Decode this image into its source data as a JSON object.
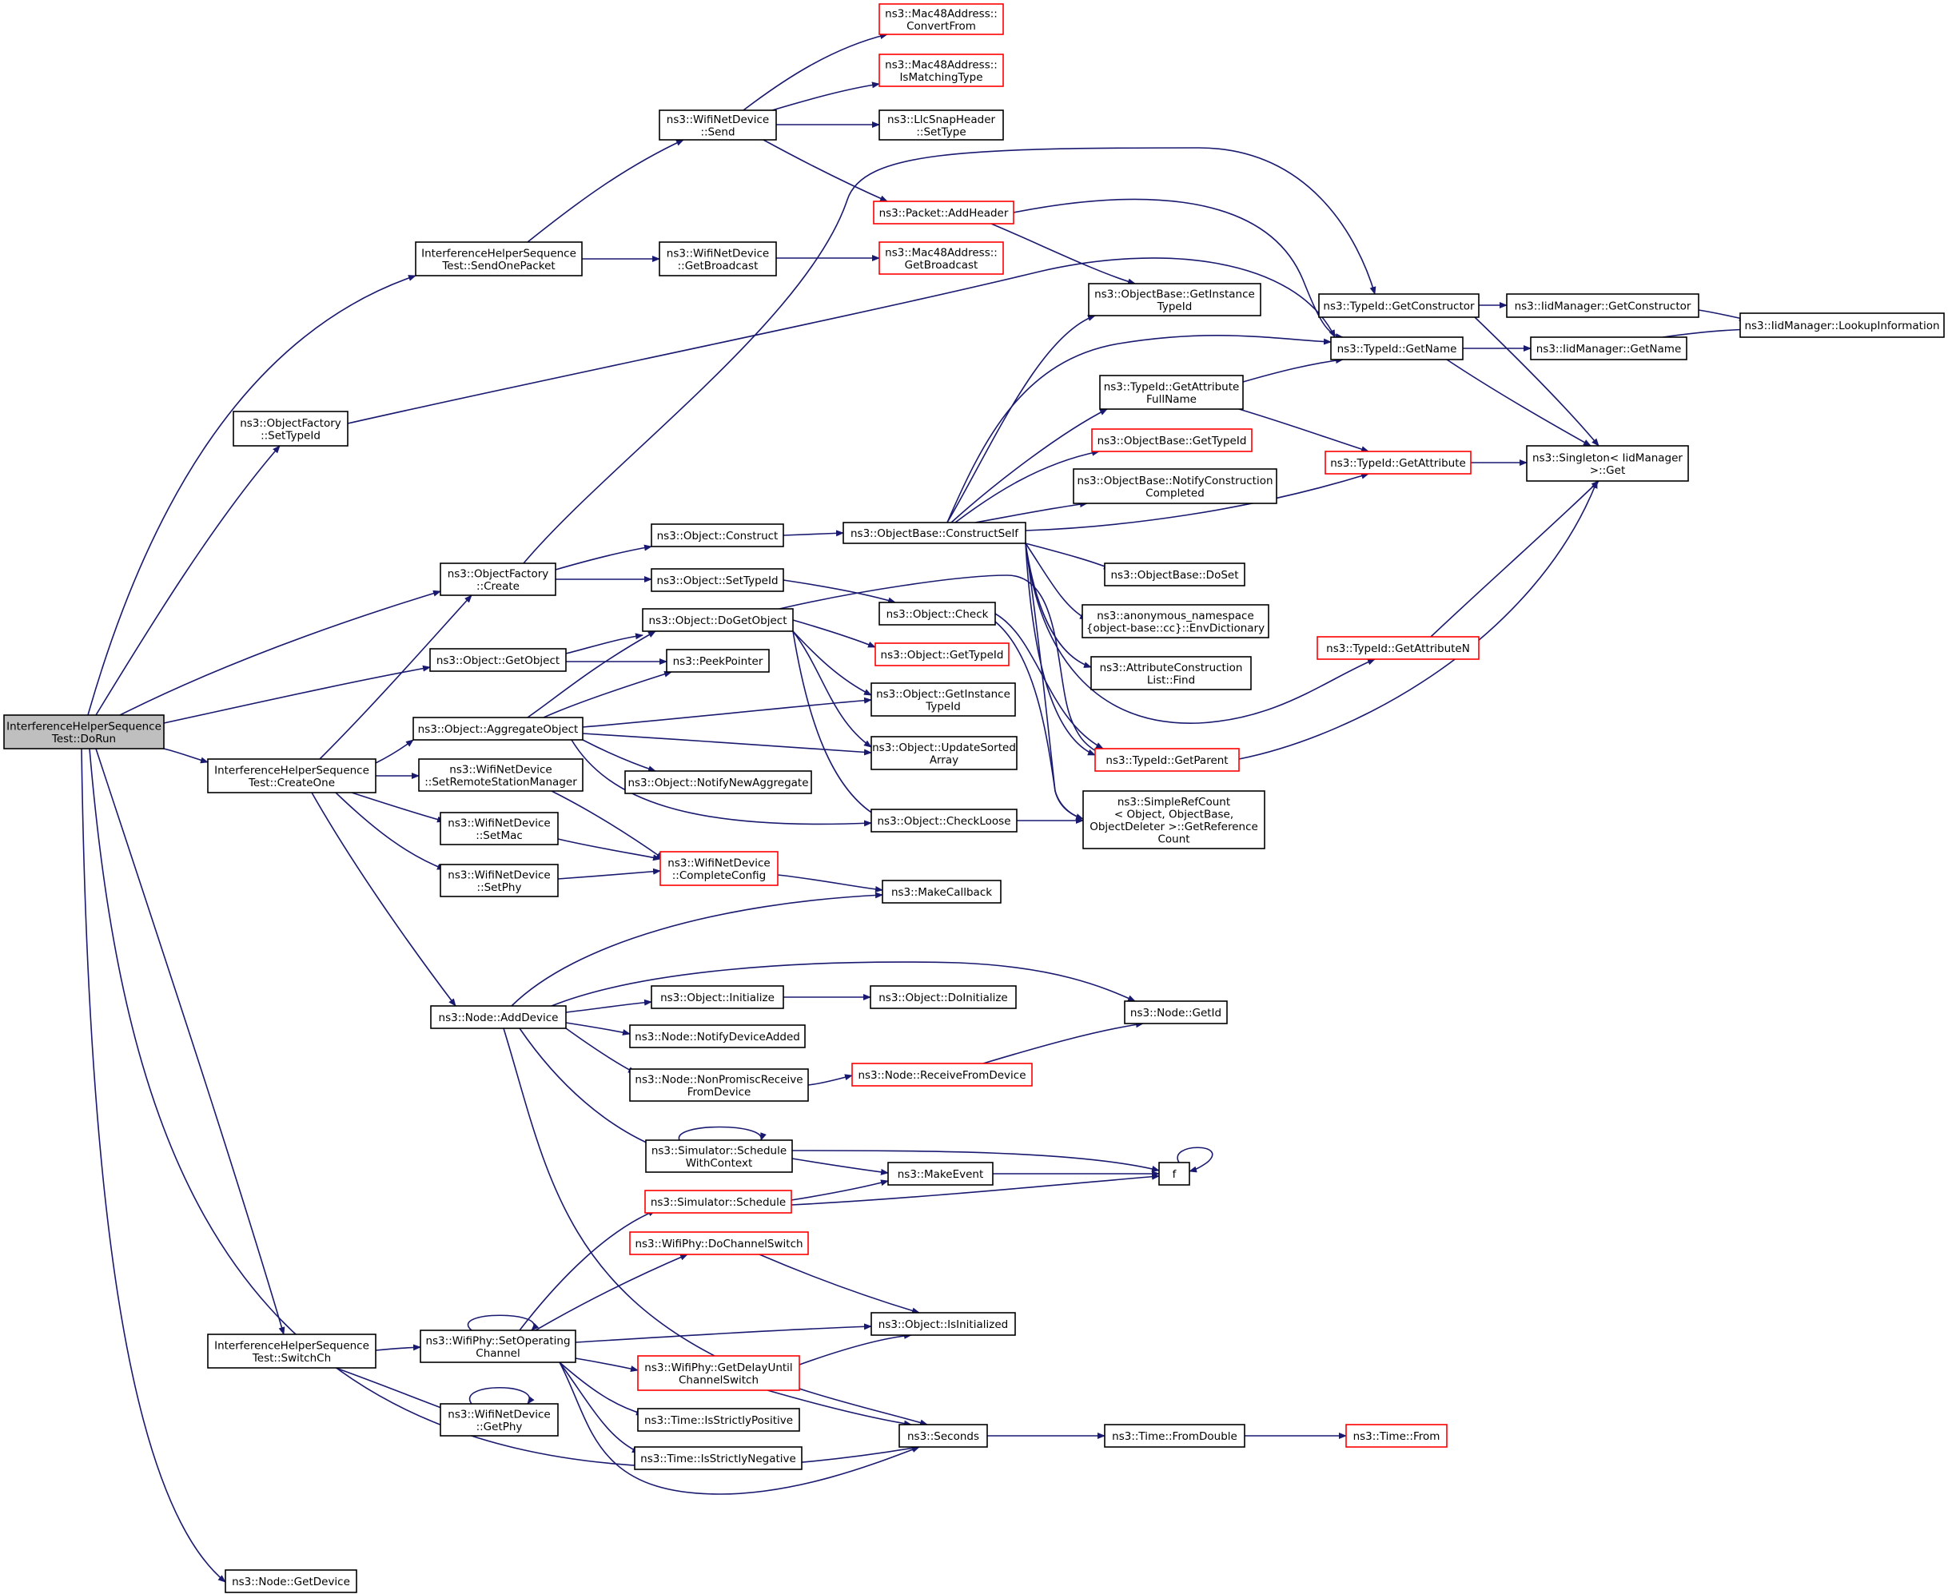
{
  "colors": {
    "edge": "#191970",
    "node_border": "#000000",
    "undocumented_border": "#ff0000",
    "root_fill": "#bfbfbf",
    "background": "#ffffff"
  },
  "nodes": {
    "dorun": {
      "lines": [
        "InterferenceHelperSequence",
        "Test::DoRun"
      ],
      "red": false,
      "root": true
    },
    "sendonepacket": {
      "lines": [
        "InterferenceHelperSequence",
        "Test::SendOnePacket"
      ]
    },
    "wnd_send": {
      "lines": [
        "ns3::WifiNetDevice",
        "::Send"
      ]
    },
    "mac_convertfrom": {
      "lines": [
        "ns3::Mac48Address::",
        "ConvertFrom"
      ],
      "red": true
    },
    "mac_ismatching": {
      "lines": [
        "ns3::Mac48Address::",
        "IsMatchingType"
      ],
      "red": true
    },
    "llc_settype": {
      "lines": [
        "ns3::LlcSnapHeader",
        "::SetType"
      ]
    },
    "packet_addheader": {
      "lines": [
        "ns3::Packet::AddHeader"
      ],
      "red": true
    },
    "wnd_getbroadcast": {
      "lines": [
        "ns3::WifiNetDevice",
        "::GetBroadcast"
      ]
    },
    "mac_getbroadcast": {
      "lines": [
        "ns3::Mac48Address::",
        "GetBroadcast"
      ],
      "red": true
    },
    "objbase_getinstancetypeid": {
      "lines": [
        "ns3::ObjectBase::GetInstance",
        "TypeId"
      ]
    },
    "typeid_getconstructor": {
      "lines": [
        "ns3::TypeId::GetConstructor"
      ]
    },
    "iid_getconstructor": {
      "lines": [
        "ns3::IidManager::GetConstructor"
      ]
    },
    "iid_lookup": {
      "lines": [
        "ns3::IidManager::LookupInformation"
      ]
    },
    "typeid_getname": {
      "lines": [
        "ns3::TypeId::GetName"
      ]
    },
    "iid_getname": {
      "lines": [
        "ns3::IidManager::GetName"
      ]
    },
    "objfactory_settypeid": {
      "lines": [
        "ns3::ObjectFactory",
        "::SetTypeId"
      ]
    },
    "typeid_getattrfullname": {
      "lines": [
        "ns3::TypeId::GetAttribute",
        "FullName"
      ]
    },
    "objbase_gettypeid": {
      "lines": [
        "ns3::ObjectBase::GetTypeId"
      ],
      "red": true
    },
    "typeid_getattribute": {
      "lines": [
        "ns3::TypeId::GetAttribute"
      ],
      "red": true
    },
    "singleton_get": {
      "lines": [
        "ns3::Singleton< IidManager",
        " >::Get"
      ]
    },
    "objbase_notifyconstruction": {
      "lines": [
        "ns3::ObjectBase::NotifyConstruction",
        "Completed"
      ]
    },
    "object_construct": {
      "lines": [
        "ns3::Object::Construct"
      ]
    },
    "objbase_constructself": {
      "lines": [
        "ns3::ObjectBase::ConstructSelf"
      ]
    },
    "objfactory_create": {
      "lines": [
        "ns3::ObjectFactory",
        "::Create"
      ]
    },
    "objbase_doset": {
      "lines": [
        "ns3::ObjectBase::DoSet"
      ]
    },
    "object_settypeid": {
      "lines": [
        "ns3::Object::SetTypeId"
      ]
    },
    "object_check": {
      "lines": [
        "ns3::Object::Check"
      ]
    },
    "anon_envdictionary": {
      "lines": [
        "ns3::anonymous_namespace",
        "{object-base::cc}::EnvDictionary"
      ]
    },
    "object_dogetobject": {
      "lines": [
        "ns3::Object::DoGetObject"
      ]
    },
    "typeid_getattributen": {
      "lines": [
        "ns3::TypeId::GetAttributeN"
      ],
      "red": true
    },
    "object_getobject": {
      "lines": [
        "ns3::Object::GetObject"
      ]
    },
    "object_gettypeid": {
      "lines": [
        "ns3::Object::GetTypeId"
      ],
      "red": true
    },
    "peekpointer": {
      "lines": [
        "ns3::PeekPointer"
      ]
    },
    "attrconstruction_find": {
      "lines": [
        "ns3::AttributeConstruction",
        "List::Find"
      ]
    },
    "object_getinstancetypeid": {
      "lines": [
        "ns3::Object::GetInstance",
        "TypeId"
      ]
    },
    "object_aggregateobject": {
      "lines": [
        "ns3::Object::AggregateObject"
      ]
    },
    "createone": {
      "lines": [
        "InterferenceHelperSequence",
        "Test::CreateOne"
      ]
    },
    "typeid_getparent": {
      "lines": [
        "ns3::TypeId::GetParent"
      ],
      "red": true
    },
    "object_updatesortedarray": {
      "lines": [
        "ns3::Object::UpdateSorted",
        "Array"
      ]
    },
    "wnd_setremotestationmanager": {
      "lines": [
        "ns3::WifiNetDevice",
        "::SetRemoteStationManager"
      ]
    },
    "object_notifynewaggregate": {
      "lines": [
        "ns3::Object::NotifyNewAggregate"
      ]
    },
    "object_checkloose": {
      "lines": [
        "ns3::Object::CheckLoose"
      ]
    },
    "simplerefcount": {
      "lines": [
        "ns3::SimpleRefCount",
        "< Object, ObjectBase,",
        "ObjectDeleter >::GetReference",
        "Count"
      ]
    },
    "wnd_setmac": {
      "lines": [
        "ns3::WifiNetDevice",
        "::SetMac"
      ]
    },
    "wnd_completeconfig": {
      "lines": [
        "ns3::WifiNetDevice",
        "::CompleteConfig"
      ],
      "red": true
    },
    "wnd_setphy": {
      "lines": [
        "ns3::WifiNetDevice",
        "::SetPhy"
      ]
    },
    "makecallback": {
      "lines": [
        "ns3::MakeCallback"
      ]
    },
    "object_initialize": {
      "lines": [
        "ns3::Object::Initialize"
      ]
    },
    "object_doinitialize": {
      "lines": [
        "ns3::Object::DoInitialize"
      ]
    },
    "node_getid": {
      "lines": [
        "ns3::Node::GetId"
      ]
    },
    "node_adddevice": {
      "lines": [
        "ns3::Node::AddDevice"
      ]
    },
    "node_notifydeviceadded": {
      "lines": [
        "ns3::Node::NotifyDeviceAdded"
      ]
    },
    "node_nonpromiscreceive": {
      "lines": [
        "ns3::Node::NonPromiscReceive",
        "FromDevice"
      ]
    },
    "node_receivefromdevice": {
      "lines": [
        "ns3::Node::ReceiveFromDevice"
      ],
      "red": true
    },
    "sim_schedulewithcontext": {
      "lines": [
        "ns3::Simulator::Schedule",
        "WithContext"
      ]
    },
    "makeevent": {
      "lines": [
        "ns3::MakeEvent"
      ]
    },
    "f": {
      "lines": [
        "f"
      ]
    },
    "sim_schedule": {
      "lines": [
        "ns3::Simulator::Schedule"
      ],
      "red": true
    },
    "wphy_dochannelswitch": {
      "lines": [
        "ns3::WifiPhy::DoChannelSwitch"
      ],
      "red": true
    },
    "object_isinitialized": {
      "lines": [
        "ns3::Object::IsInitialized"
      ]
    },
    "switchch": {
      "lines": [
        "InterferenceHelperSequence",
        "Test::SwitchCh"
      ]
    },
    "wphy_setoperatingchannel": {
      "lines": [
        "ns3::WifiPhy::SetOperating",
        "Channel"
      ]
    },
    "wphy_getdelayuntil": {
      "lines": [
        "ns3::WifiPhy::GetDelayUntil",
        "ChannelSwitch"
      ],
      "red": true
    },
    "wnd_getphy": {
      "lines": [
        "ns3::WifiNetDevice",
        "::GetPhy"
      ]
    },
    "time_isstrictlypositive": {
      "lines": [
        "ns3::Time::IsStrictlyPositive"
      ]
    },
    "seconds": {
      "lines": [
        "ns3::Seconds"
      ]
    },
    "time_fromdouble": {
      "lines": [
        "ns3::Time::FromDouble"
      ]
    },
    "time_from": {
      "lines": [
        "ns3::Time::From"
      ],
      "red": true
    },
    "time_isstrictlynegative": {
      "lines": [
        "ns3::Time::IsStrictlyNegative"
      ]
    },
    "node_getdevice": {
      "lines": [
        "ns3::Node::GetDevice"
      ]
    }
  }
}
